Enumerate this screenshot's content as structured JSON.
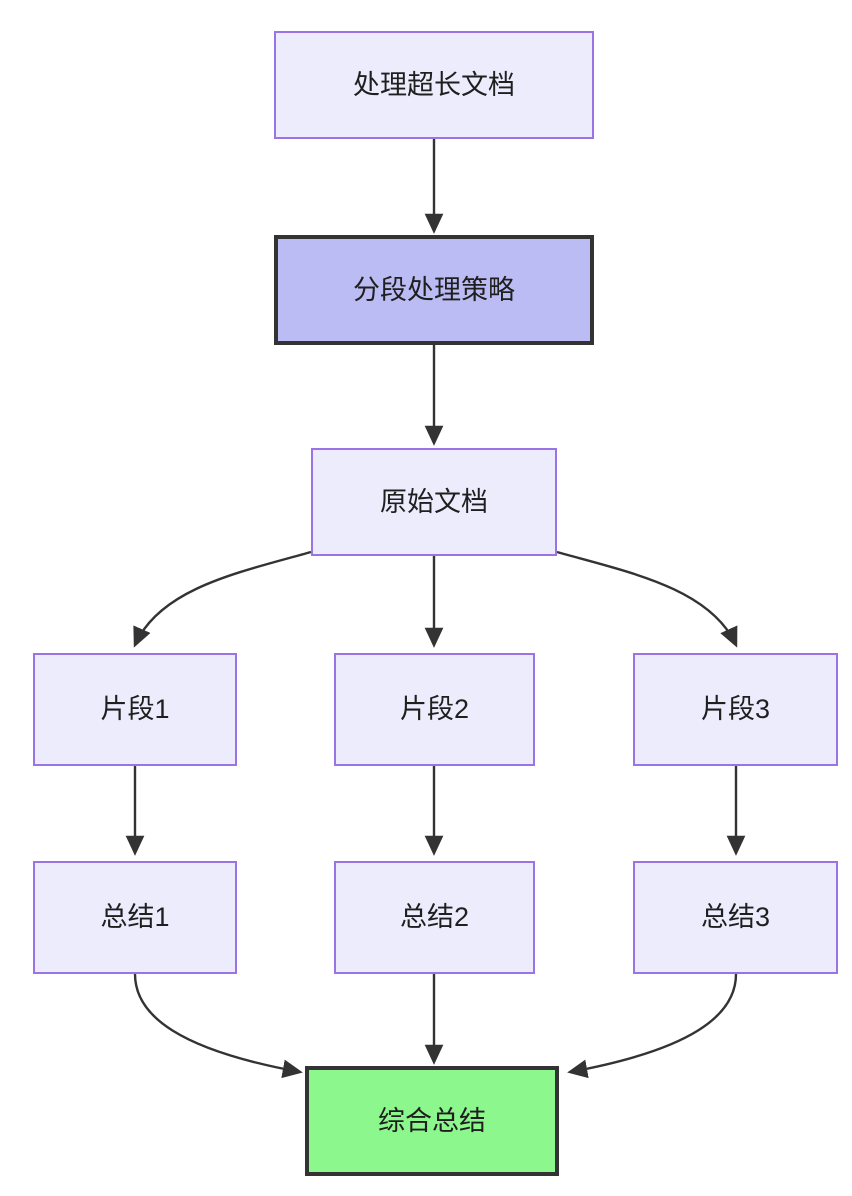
{
  "diagram": {
    "type": "flowchart",
    "direction": "top-to-bottom",
    "background_color": "#ffffff",
    "edge_color": "#333333",
    "styles": {
      "normal_fill": "#ececfd",
      "normal_border": "#9a74e6",
      "highlight_fill": "#bcbcf5",
      "highlight_border": "#333333",
      "result_fill": "#8cf78c",
      "result_border": "#333333",
      "text_color": "#1f1f1f"
    },
    "nodes": [
      {
        "id": "n1",
        "label": "处理超长文档",
        "style": "normal"
      },
      {
        "id": "n2",
        "label": "分段处理策略",
        "style": "highlight"
      },
      {
        "id": "n3",
        "label": "原始文档",
        "style": "normal"
      },
      {
        "id": "n4",
        "label": "片段1",
        "style": "normal"
      },
      {
        "id": "n5",
        "label": "片段2",
        "style": "normal"
      },
      {
        "id": "n6",
        "label": "片段3",
        "style": "normal"
      },
      {
        "id": "n7",
        "label": "总结1",
        "style": "normal"
      },
      {
        "id": "n8",
        "label": "总结2",
        "style": "normal"
      },
      {
        "id": "n9",
        "label": "总结3",
        "style": "normal"
      },
      {
        "id": "n10",
        "label": "综合总结",
        "style": "result"
      }
    ],
    "edges": [
      {
        "from": "n1",
        "to": "n2",
        "shape": "straight"
      },
      {
        "from": "n2",
        "to": "n3",
        "shape": "straight"
      },
      {
        "from": "n3",
        "to": "n4",
        "shape": "curved"
      },
      {
        "from": "n3",
        "to": "n5",
        "shape": "straight"
      },
      {
        "from": "n3",
        "to": "n6",
        "shape": "curved"
      },
      {
        "from": "n4",
        "to": "n7",
        "shape": "straight"
      },
      {
        "from": "n5",
        "to": "n8",
        "shape": "straight"
      },
      {
        "from": "n6",
        "to": "n9",
        "shape": "straight"
      },
      {
        "from": "n7",
        "to": "n10",
        "shape": "curved"
      },
      {
        "from": "n8",
        "to": "n10",
        "shape": "straight"
      },
      {
        "from": "n9",
        "to": "n10",
        "shape": "curved"
      }
    ]
  }
}
